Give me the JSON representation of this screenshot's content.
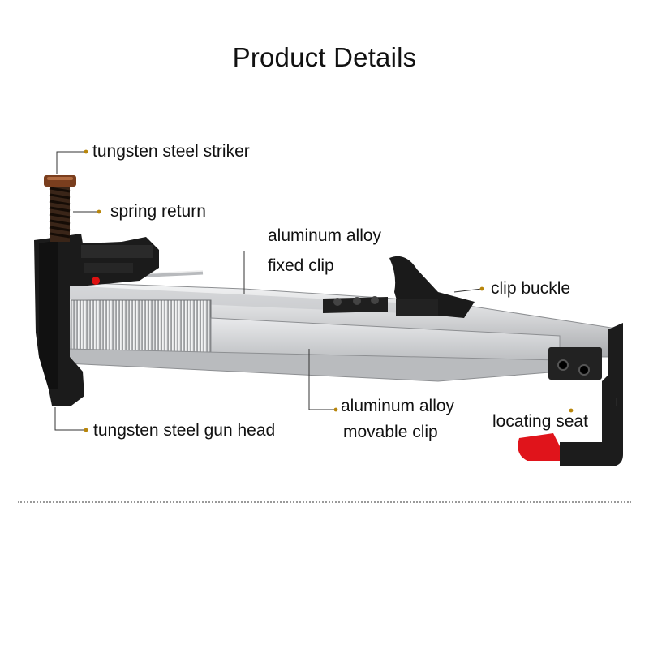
{
  "title": "Product Details",
  "labels": {
    "striker": "tungsten steel striker",
    "spring": "spring return",
    "fixed_clip_line1": "aluminum alloy",
    "fixed_clip_line2": "fixed clip",
    "clip_buckle": "clip buckle",
    "movable_clip_line1": "aluminum alloy",
    "movable_clip_line2": "movable clip",
    "locating_seat": "locating seat",
    "gun_head": "tungsten steel gun head"
  },
  "colors": {
    "callout_dot": "#b8860b",
    "leader_line": "#333333",
    "body_black": "#1a1a1a",
    "aluminum": "#d9dadc",
    "cap_red": "#e0141b",
    "striker_bronze": "#8a4a24"
  }
}
